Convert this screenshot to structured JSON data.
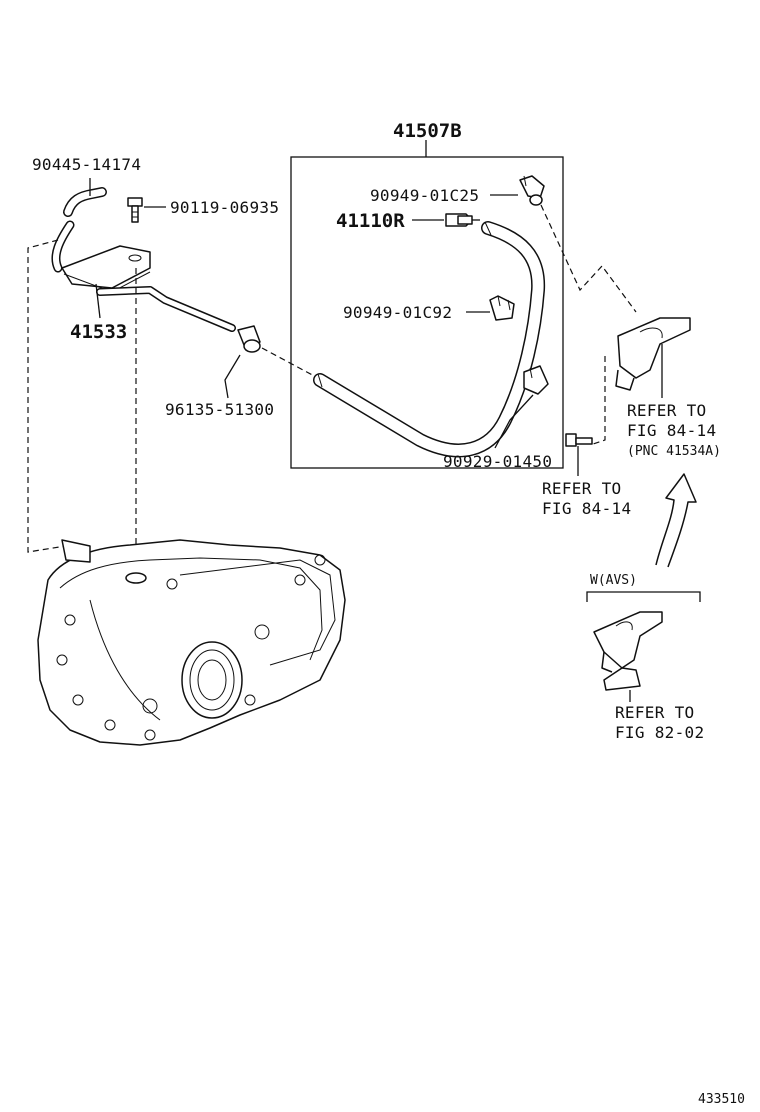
{
  "labels": {
    "assembly": "41507B",
    "p90445": "90445-14174",
    "p90119": "90119-06935",
    "p41533": "41533",
    "p96135": "96135-51300",
    "p90949c25": "90949-01C25",
    "p41110": "41110R",
    "p90949c92": "90949-01C92",
    "p90929": "90929-01450",
    "refer1_l1": "REFER TO",
    "refer1_l2": "FIG 84-14",
    "refer1_l3": "(PNC 41534A)",
    "refer2_l1": "REFER TO",
    "refer2_l2": "FIG 84-14",
    "wavs": "W(AVS)",
    "refer3_l1": "REFER TO",
    "refer3_l2": "FIG 82-02",
    "figure_number": "433510"
  }
}
